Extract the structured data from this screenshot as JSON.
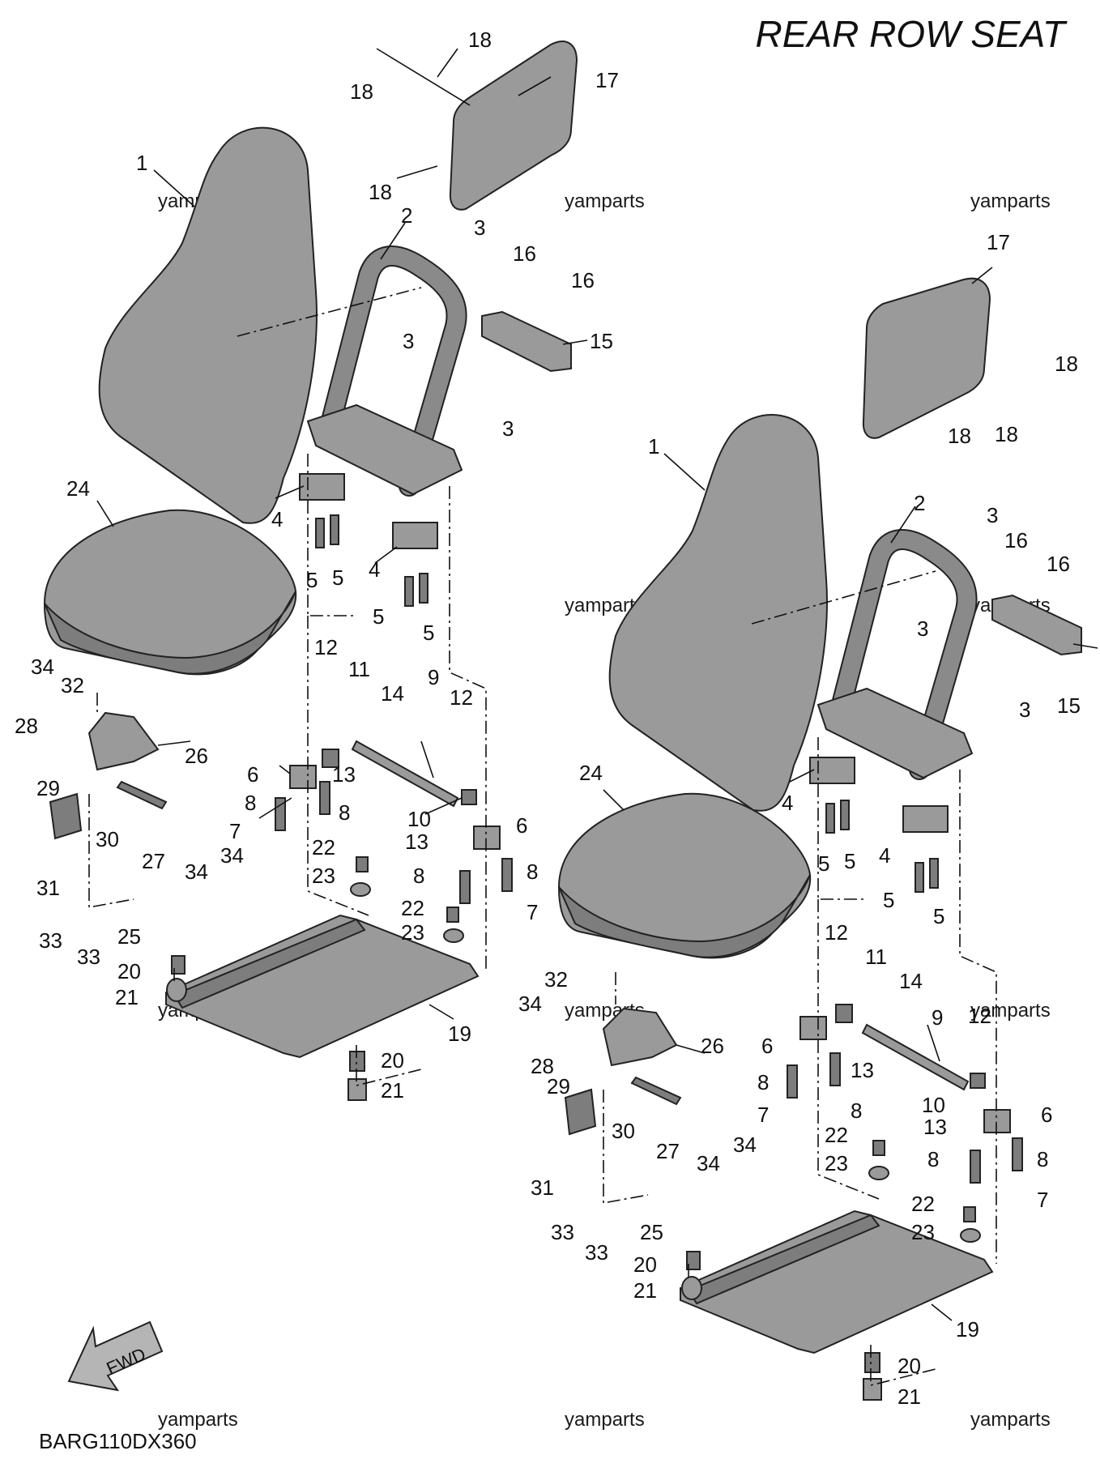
{
  "title": "REAR ROW SEAT",
  "diagram_code": "BARG110DX360",
  "watermark": "yamparts",
  "fwd_label": "FWD",
  "callouts": {
    "1": "1",
    "2": "2",
    "3": "3",
    "4": "4",
    "5": "5",
    "6": "6",
    "7": "7",
    "8": "8",
    "9": "9",
    "10": "10",
    "11": "11",
    "12": "12",
    "13": "13",
    "14": "14",
    "15": "15",
    "16": "16",
    "17": "17",
    "18": "18",
    "19": "19",
    "20": "20",
    "21": "21",
    "22": "22",
    "23": "23",
    "24": "24",
    "25": "25",
    "26": "26",
    "27": "27",
    "28": "28",
    "29": "29",
    "30": "30",
    "31": "31",
    "32": "32",
    "33": "33",
    "34": "34"
  },
  "colors": {
    "part_fill": "#9a9a9a",
    "part_dark": "#7d7d7d",
    "outline": "#222222",
    "background": "#ffffff"
  }
}
